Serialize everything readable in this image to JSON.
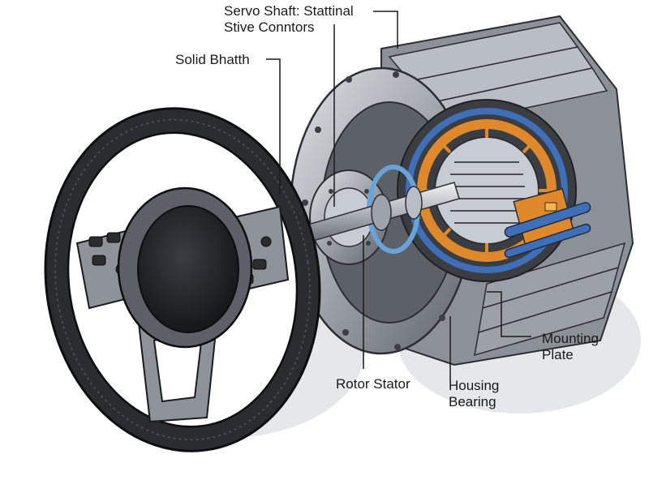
{
  "labels": {
    "servo_shaft": [
      "Servo Shaft: Stattinal",
      "Stive Conntors"
    ],
    "solid_shaft": "Solid Bhatth",
    "rotor_stator": "Rotor Stator",
    "housing_bearing": [
      "Housing",
      "Bearing"
    ],
    "mounting_plate": [
      "Mounting",
      "Plate"
    ]
  },
  "colors": {
    "wheel_leather": "#2a2c30",
    "wheel_trim": "#8e9399",
    "housing_metal": "#a8adb3",
    "stator_orange": "#e0892c",
    "stator_blue": "#3f6fb8",
    "shadow": "#e6e7e9"
  }
}
